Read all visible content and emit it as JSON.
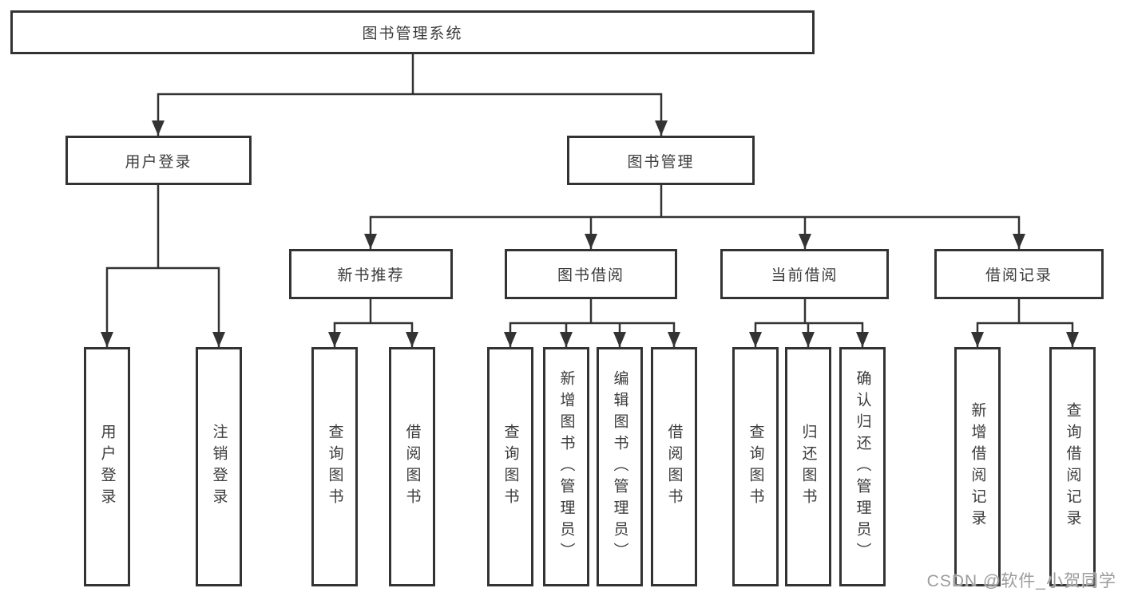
{
  "diagram": {
    "tree": {
      "label": "图书管理系统",
      "children": [
        {
          "label": "用户登录",
          "children": [
            {
              "label": "用户登录"
            },
            {
              "label": "注销登录"
            }
          ]
        },
        {
          "label": "图书管理",
          "children": [
            {
              "label": "新书推荐",
              "children": [
                {
                  "label": "查询图书"
                },
                {
                  "label": "借阅图书"
                }
              ]
            },
            {
              "label": "图书借阅",
              "children": [
                {
                  "label": "查询图书"
                },
                {
                  "label": "新增图书（管理员）"
                },
                {
                  "label": "编辑图书（管理员）"
                },
                {
                  "label": "借阅图书"
                }
              ]
            },
            {
              "label": "当前借阅",
              "children": [
                {
                  "label": "查询图书"
                },
                {
                  "label": "归还图书"
                },
                {
                  "label": "确认归还（管理员）"
                }
              ]
            },
            {
              "label": "借阅记录",
              "children": [
                {
                  "label": "新增借阅记录"
                },
                {
                  "label": "查询借阅记录"
                }
              ]
            }
          ]
        }
      ]
    },
    "colors": {
      "line": "#333333",
      "text": "#3b3b3b",
      "watermark": "#9c9c9c"
    }
  },
  "watermark": {
    "text": "CSDN @软件_小贺同学"
  }
}
